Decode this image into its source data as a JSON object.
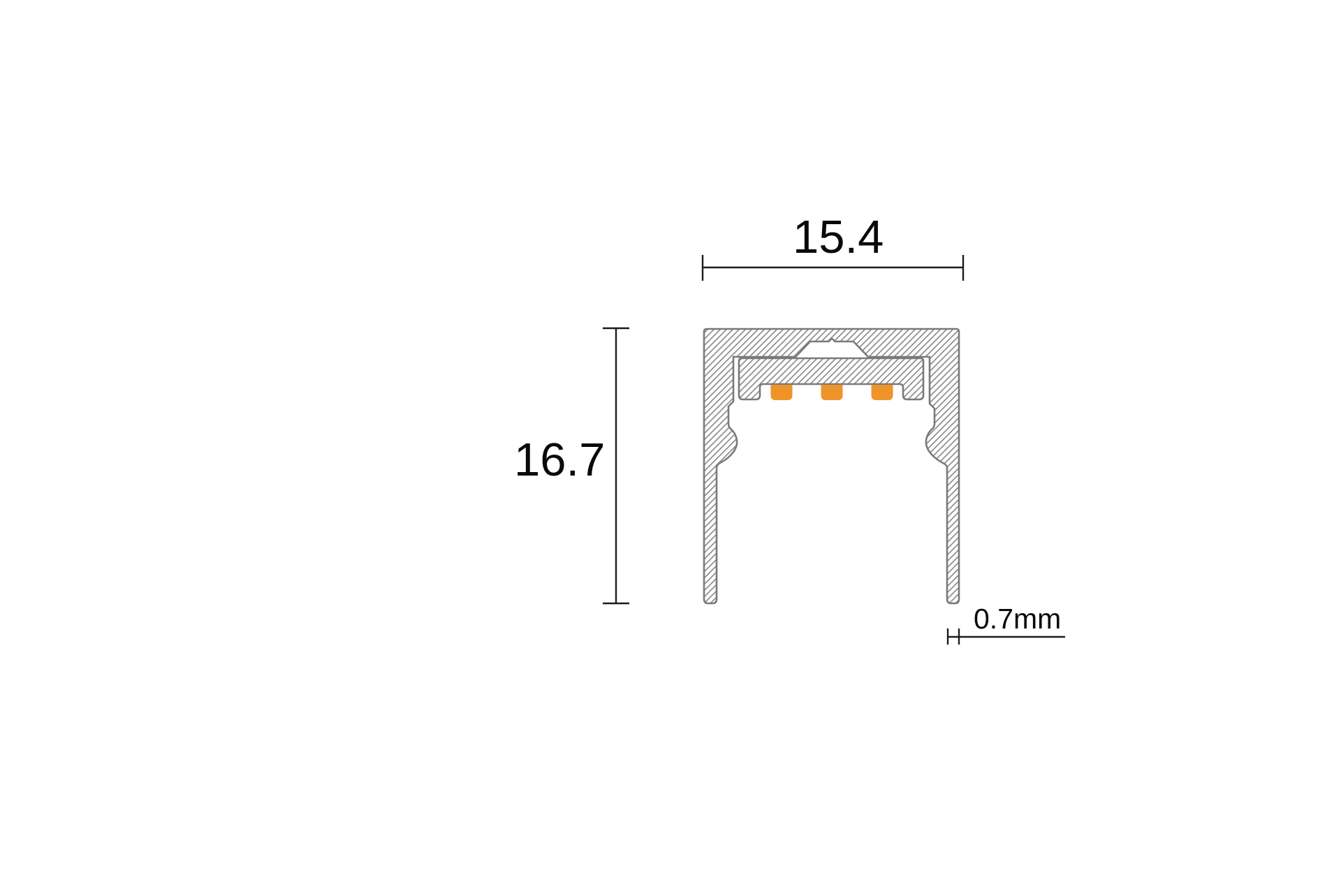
{
  "drawing": {
    "type": "technical-cross-section",
    "subject": "aluminum-led-profile-extrusion",
    "dimension_labels": {
      "width": "15.4",
      "height": "16.7",
      "wall_thickness": "0.7mm"
    },
    "colors": {
      "led_pad_orange": "#EE9428",
      "profile_outline": "#7a7a7a",
      "hatch_line": "#8f8f8f",
      "dimension_line": "#1c1c1c",
      "label_text": "#0a0a0a",
      "background": "#ffffff"
    }
  }
}
